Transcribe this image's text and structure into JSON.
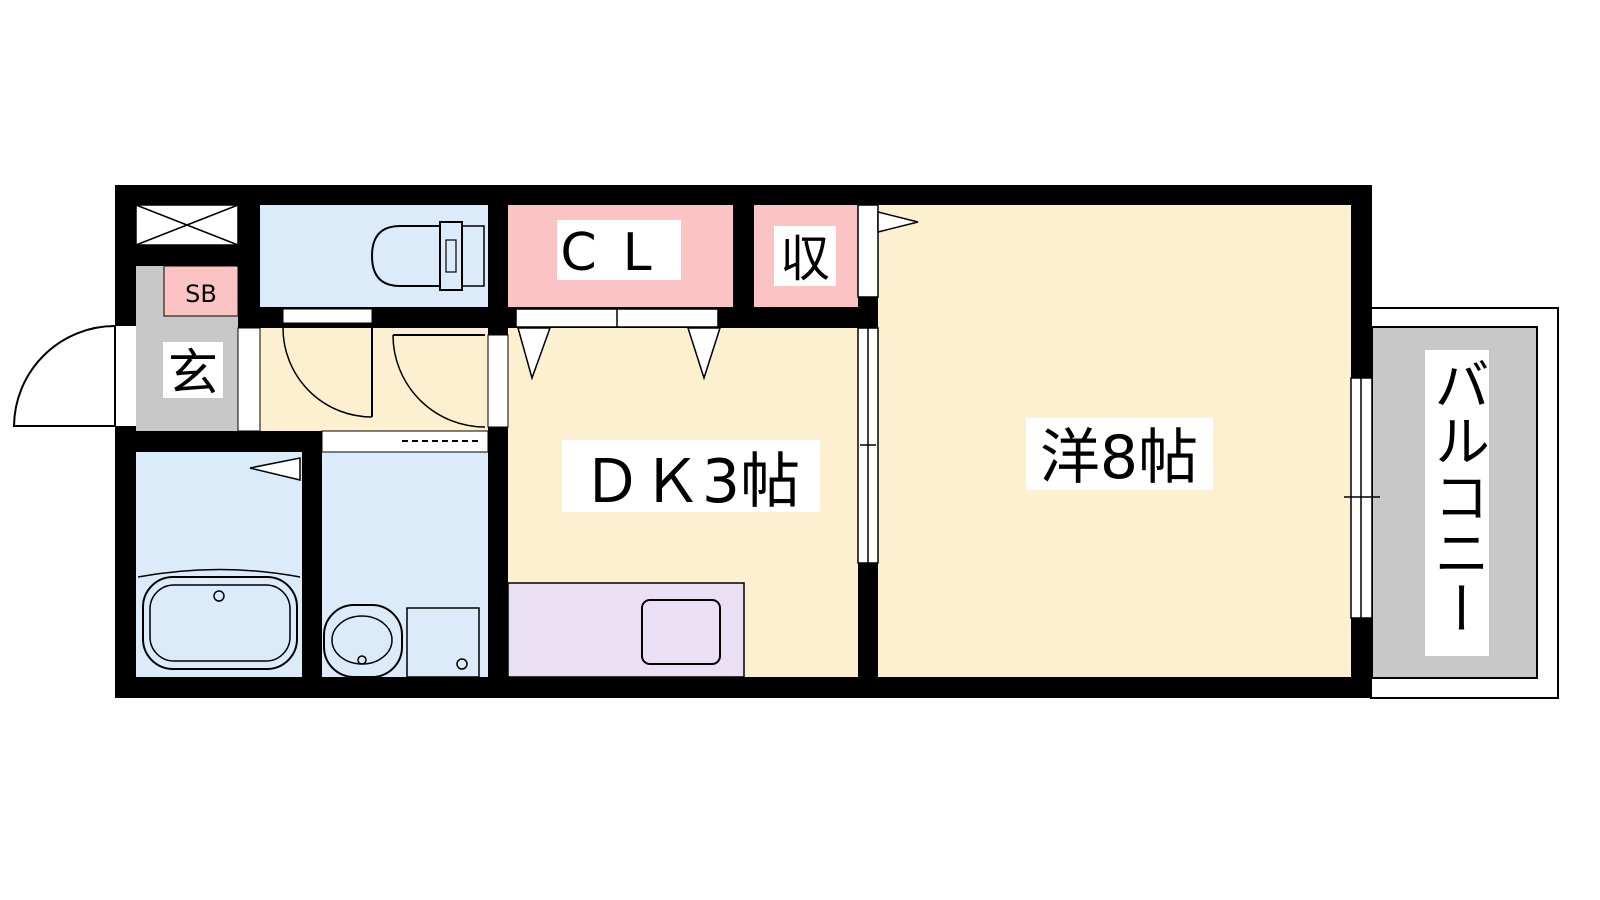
{
  "floorplan": {
    "colors": {
      "wall": "#000000",
      "living_floor": "#FDF0D0",
      "wet_area": "#DBEBFA",
      "closet": "#FBC3C3",
      "kitchen_counter": "#EADFF3",
      "genkan": "#C8C8C8",
      "balcony": "#C8C8C8"
    },
    "rooms": {
      "closet": "CL",
      "storage": "収",
      "entrance": "玄",
      "shoe_box": "SB",
      "dining_kitchen": "ＤＫ3帖",
      "western_room": "洋8帖",
      "balcony": "バルコニー"
    }
  }
}
